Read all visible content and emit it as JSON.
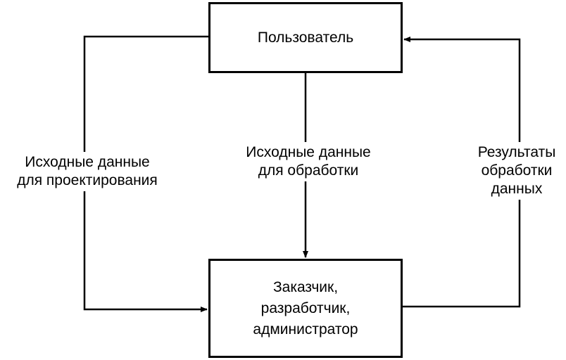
{
  "nodes": {
    "user": {
      "label": "Пользователь"
    },
    "customer": {
      "lines": [
        "Заказчик,",
        "разработчик,",
        "администратор"
      ]
    }
  },
  "edges": {
    "left": {
      "lines": [
        "Исходные данные",
        "для проектирования"
      ]
    },
    "center": {
      "lines": [
        "Исходные данные",
        "для обработки"
      ]
    },
    "right": {
      "lines": [
        "Результаты",
        "обработки",
        "данных"
      ]
    }
  },
  "colors": {
    "stroke": "#000000",
    "background": "#ffffff"
  }
}
